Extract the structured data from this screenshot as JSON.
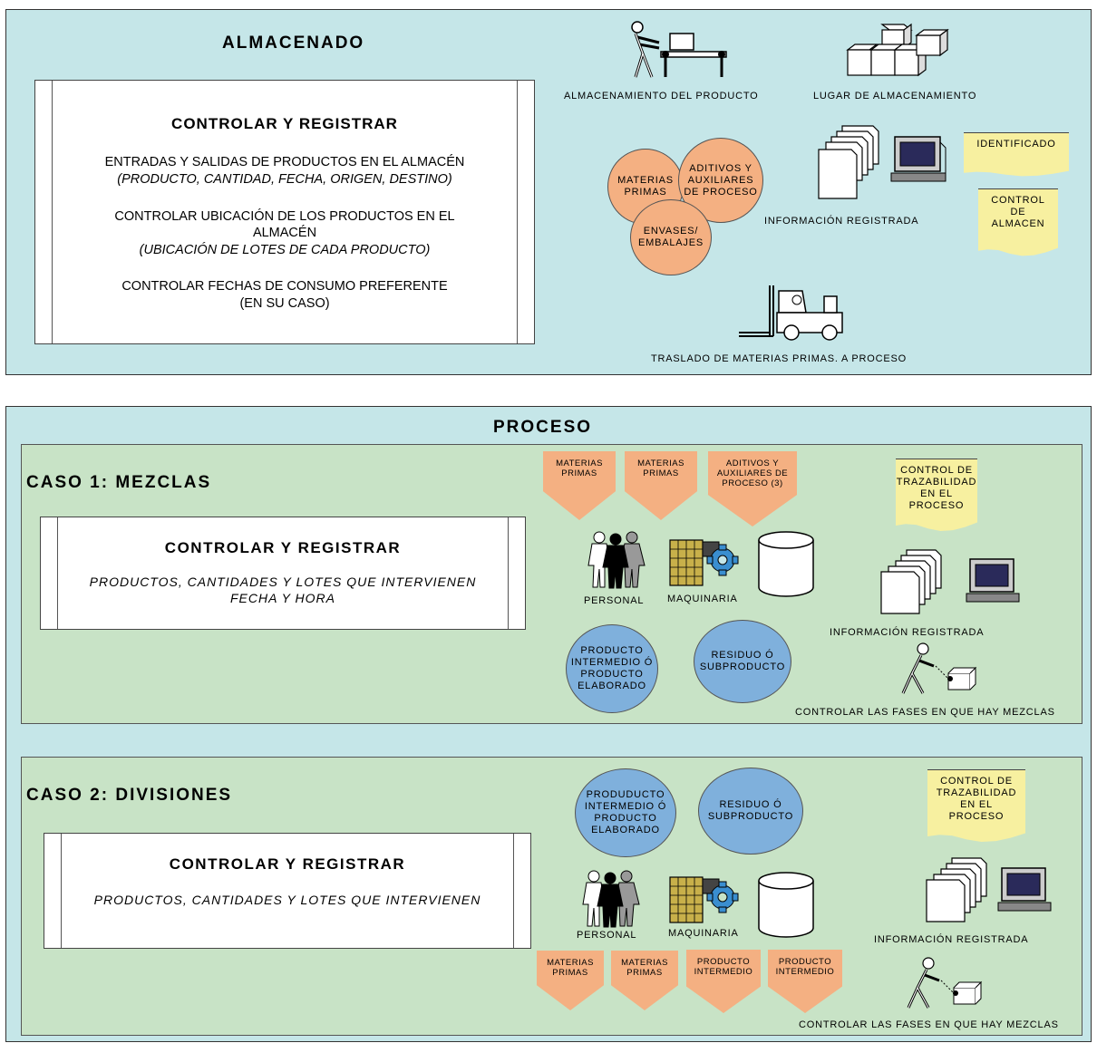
{
  "almacenado": {
    "title": "ALMACENADO",
    "box": {
      "heading": "CONTROLAR Y REGISTRAR",
      "line1": "ENTRADAS Y SALIDAS  DE PRODUCTOS EN EL ALMACÉN",
      "line1_sub": "(PRODUCTO, CANTIDAD, FECHA, ORIGEN, DESTINO)",
      "line2a": "CONTROLAR UBICACIÓN DE LOS PRODUCTOS EN EL",
      "line2b": "ALMACÉN",
      "line2_sub": "(UBICACIÓN DE LOTES DE CADA PRODUCTO)",
      "line3a": "CONTROLAR FECHAS DE CONSUMO PREFERENTE",
      "line3b": "(EN SU CASO)"
    },
    "labels": {
      "almacenamiento": "ALMACENAMIENTO DEL PRODUCTO",
      "lugar": "LUGAR DE ALMACENAMIENTO",
      "informacion": "INFORMACIÓN REGISTRADA",
      "traslado": "TRASLADO DE MATERIAS PRIMAS. A PROCESO"
    },
    "circles": {
      "materias": [
        "MATERIAS",
        "PRIMAS"
      ],
      "aditivos": [
        "ADITIVOS Y",
        "AUXILIARES",
        "DE PROCESO"
      ],
      "envases": [
        "ENVASES/",
        "EMBALAJES"
      ]
    },
    "docs": {
      "identificado": "IDENTIFICADO",
      "control": [
        "CONTROL",
        "DE",
        "ALMACEN"
      ]
    }
  },
  "proceso": {
    "title": "PROCESO",
    "caso1": {
      "title": "CASO 1: MEZCLAS",
      "heading": "CONTROLAR Y REGISTRAR",
      "text1": "PRODUCTOS, CANTIDADES Y LOTES QUE INTERVIENEN",
      "text2": "FECHA  Y HORA",
      "inputs": [
        [
          "MATERIAS",
          "PRIMAS"
        ],
        [
          "MATERIAS",
          "PRIMAS"
        ],
        [
          "ADITIVOS Y",
          "AUXILIARES DE",
          "PROCESO (3)"
        ]
      ],
      "doc": [
        "CONTROL DE",
        "TRAZABILIDAD",
        "EN EL",
        "PROCESO"
      ],
      "personal": "PERSONAL",
      "maquinaria": "MAQUINARIA",
      "informacion": "INFORMACIÓN REGISTRADA",
      "producto": [
        "PRODUCTO",
        "INTERMEDIO Ó",
        "PRODUCTO",
        "ELABORADO"
      ],
      "residuo": [
        "RESIDUO Ó",
        "SUBPRODUCTO"
      ],
      "controlar": "CONTROLAR LAS FASES EN QUE HAY MEZCLAS"
    },
    "caso2": {
      "title": "CASO 2: DIVISIONES",
      "heading": "CONTROLAR Y REGISTRAR",
      "text1": "PRODUCTOS, CANTIDADES Y LOTES QUE INTERVIENEN",
      "produducto": [
        "PRODUDUCTO",
        "INTERMEDIO Ó",
        "PRODUCTO",
        "ELABORADO"
      ],
      "residuo": [
        "RESIDUO Ó",
        "SUBPRODUCTO"
      ],
      "doc": [
        "CONTROL DE",
        "TRAZABILIDAD",
        "EN EL",
        "PROCESO"
      ],
      "personal": "PERSONAL",
      "maquinaria": "MAQUINARIA",
      "informacion": "INFORMACIÓN REGISTRADA",
      "outputs": [
        [
          "MATERIAS",
          "PRIMAS"
        ],
        [
          "MATERIAS",
          "PRIMAS"
        ],
        [
          "PRODUCTO",
          "INTERMEDIO"
        ],
        [
          "PRODUCTO",
          "INTERMEDIO"
        ]
      ],
      "controlar": "CONTROLAR LAS FASES EN QUE HAY MEZCLAS"
    }
  },
  "colors": {
    "panel": "#c5e6e8",
    "subpanel": "#c8e3c6",
    "orange": "#f4b082",
    "blue": "#7fb0dc",
    "document": "#f7f0a0"
  },
  "icons": [
    "worker-conveyor-icon",
    "boxes-stack-icon",
    "documents-stack-icon",
    "computer-icon",
    "forklift-icon",
    "people-group-icon",
    "machinery-icon",
    "database-cylinder-icon",
    "inspector-icon"
  ]
}
